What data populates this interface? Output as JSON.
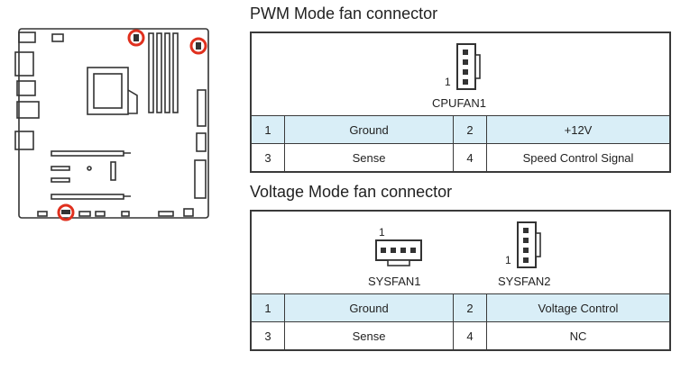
{
  "pwm": {
    "title": "PWM Mode fan connector",
    "connectors": [
      {
        "name": "CPUFAN1",
        "pin1_label": "1"
      }
    ],
    "pins": [
      {
        "num_a": "1",
        "name_a": "Ground",
        "num_b": "2",
        "name_b": "+12V"
      },
      {
        "num_a": "3",
        "name_a": "Sense",
        "num_b": "4",
        "name_b": "Speed Control Signal"
      }
    ]
  },
  "voltage": {
    "title": "Voltage Mode fan connector",
    "connectors": [
      {
        "name": "SYSFAN1",
        "pin1_label": "1"
      },
      {
        "name": "SYSFAN2",
        "pin1_label": "1"
      }
    ],
    "pins": [
      {
        "num_a": "1",
        "name_a": "Ground",
        "num_b": "2",
        "name_b": "Voltage Control"
      },
      {
        "num_a": "3",
        "name_a": "Sense",
        "num_b": "4",
        "name_b": "NC"
      }
    ]
  },
  "colors": {
    "highlight_ring": "#e0301e",
    "row_shade": "#d9eef7",
    "line": "#3a3a3a"
  }
}
